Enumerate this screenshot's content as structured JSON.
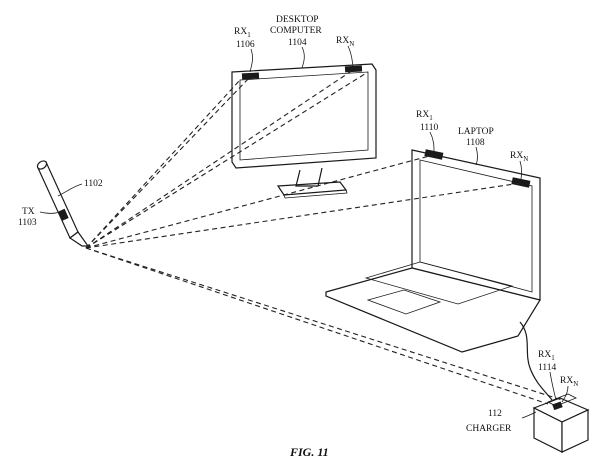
{
  "figure": {
    "caption": "FIG. 11",
    "labels": {
      "desktop_rx1": "RX",
      "desktop_rx1_sub": "1",
      "desktop_rx1_ref": "1106",
      "desktop_title_line1": "DESKTOP",
      "desktop_title_line2": "COMPUTER",
      "desktop_ref": "1104",
      "desktop_rxn": "RX",
      "desktop_rxn_sub": "N",
      "laptop_rx1": "RX",
      "laptop_rx1_sub": "1",
      "laptop_rx1_ref": "1110",
      "laptop_title": "LAPTOP",
      "laptop_ref": "1108",
      "laptop_rxn": "RX",
      "laptop_rxn_sub": "N",
      "stylus_ref": "1102",
      "tx": "TX",
      "tx_ref": "1103",
      "charger_rx1": "RX",
      "charger_rx1_sub": "1",
      "charger_rx1_ref": "1114",
      "charger_rxn": "RX",
      "charger_rxn_sub": "N",
      "charger_ref": "112",
      "charger_title": "CHARGER"
    }
  }
}
